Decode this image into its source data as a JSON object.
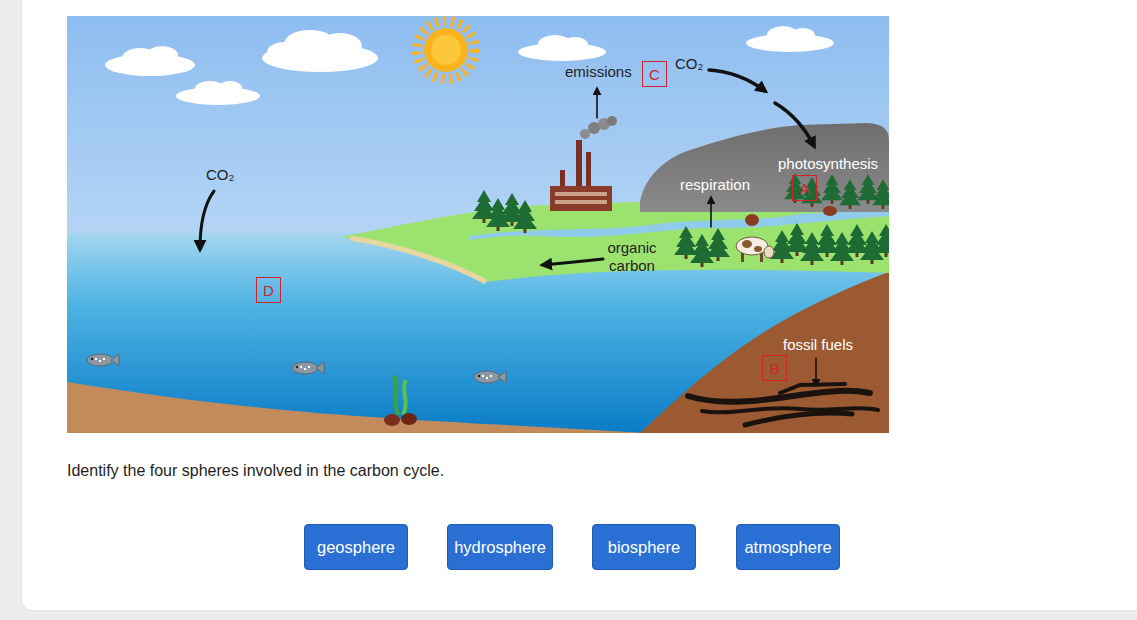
{
  "diagram": {
    "nodes": [
      {
        "text": [
          "C"
        ]
      },
      {
        "text": [
          "A"
        ]
      },
      {
        "text": [
          "D"
        ]
      },
      {
        "text": [
          "B"
        ]
      },
      {
        "text": [
          "geosphere"
        ]
      },
      {
        "text": [
          "hydrosphere"
        ]
      },
      {
        "text": [
          "biosphere"
        ]
      },
      {
        "text": [
          "atmosphere"
        ]
      }
    ],
    "labels": [
      "emissions",
      "CO₂",
      "photosynthesis",
      "respiration",
      "CO₂",
      "organic carbon",
      "fossil fuels",
      "Identify the four spheres involved in the carbon cycle."
    ]
  }
}
